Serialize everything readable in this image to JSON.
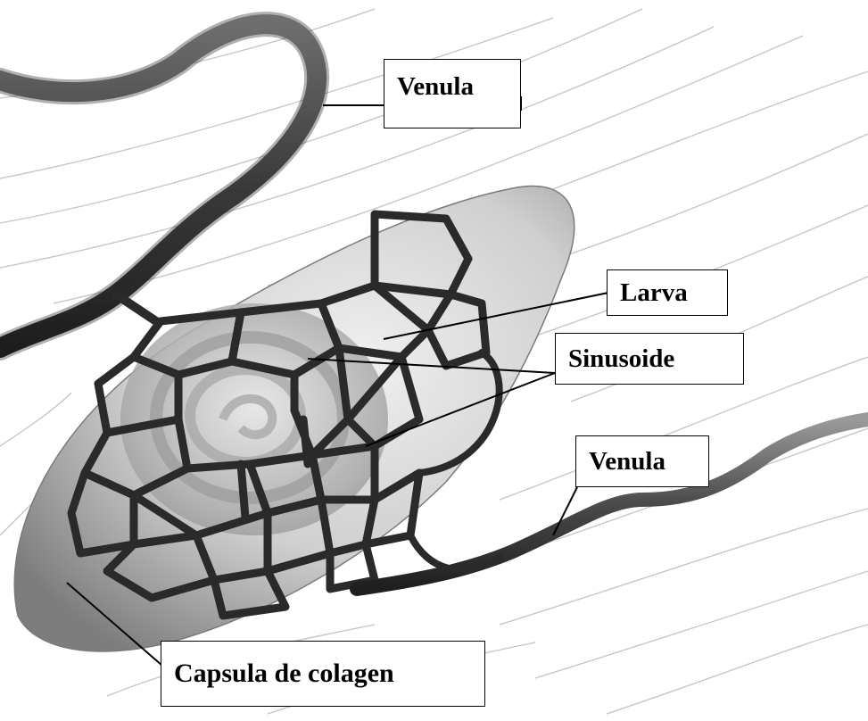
{
  "labels": {
    "venula_top": "Venula",
    "larva": "Larva",
    "sinusoide": "Sinusoide",
    "venula_bottom": "Venula",
    "capsula": "Capsula de colagen"
  },
  "colors": {
    "background": "#ffffff",
    "vessel_dark": "#2e2e2e",
    "vessel_mid": "#6a6a6a",
    "capsule_shadow": "#8c8c8c",
    "capsule_light": "#e6e6e6",
    "fibre_line": "#c4c4c4"
  }
}
